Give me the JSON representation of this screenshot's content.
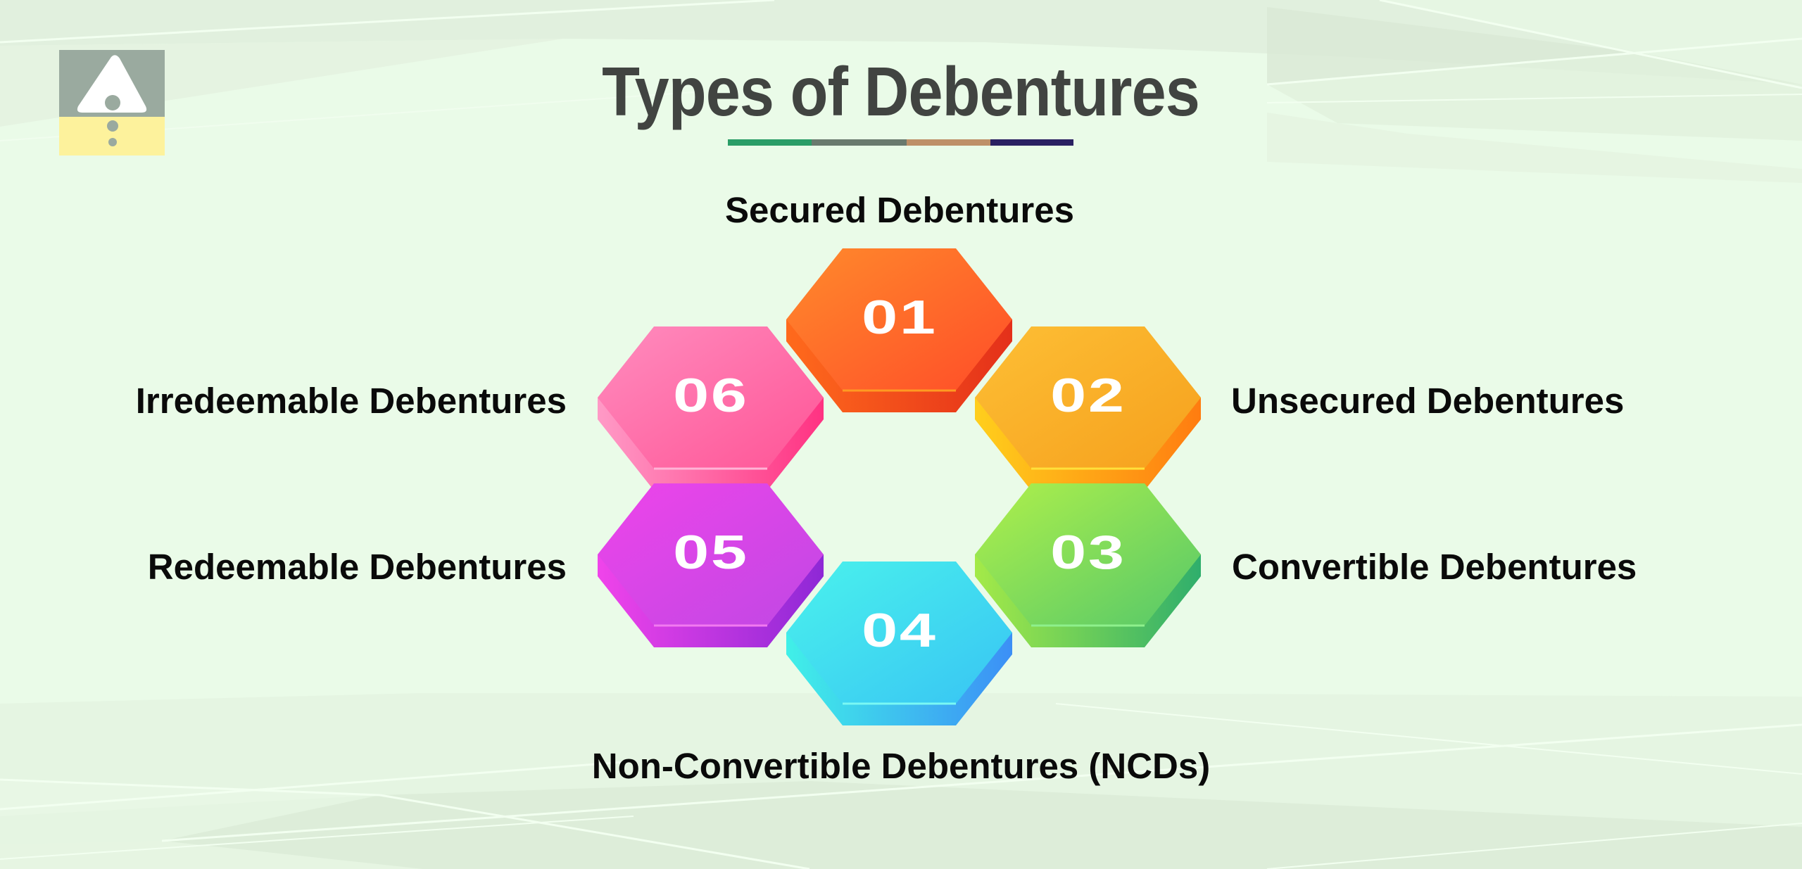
{
  "title": "Types of Debentures",
  "underline_colors": [
    "#2a9d67",
    "#6a7a6e",
    "#be9068",
    "#2a2062"
  ],
  "logo": {
    "icon": "warning-triangle-logo",
    "top_color": "#9aaa9f",
    "bottom_color": "#fdf29c"
  },
  "items": [
    {
      "number": "01",
      "label": "Secured Debentures",
      "color_top": "#ff7a2a",
      "color_bottom": "#ff4e26",
      "color_side": "#e8321a"
    },
    {
      "number": "02",
      "label": "Unsecured Debentures",
      "color_top": "#fdbb33",
      "color_bottom": "#f7a21e",
      "color_side": "#ff8412"
    },
    {
      "number": "03",
      "label": "Convertible Debentures",
      "color_top": "#a8ee4e",
      "color_bottom": "#5ccc66",
      "color_side": "#35b36a"
    },
    {
      "number": "04",
      "label": "Non-Convertible Debentures (NCDs)",
      "color_top": "#48eeee",
      "color_bottom": "#3ccaf2",
      "color_side": "#3c9cf6"
    },
    {
      "number": "05",
      "label": "Redeemable Debentures",
      "color_top": "#ea42e8",
      "color_bottom": "#c548e6",
      "color_side": "#9a2ad8"
    },
    {
      "number": "06",
      "label": "Irredeemable Debentures",
      "color_top": "#ff86bc",
      "color_bottom": "#ff5a9a",
      "color_side": "#ff3a86"
    }
  ]
}
